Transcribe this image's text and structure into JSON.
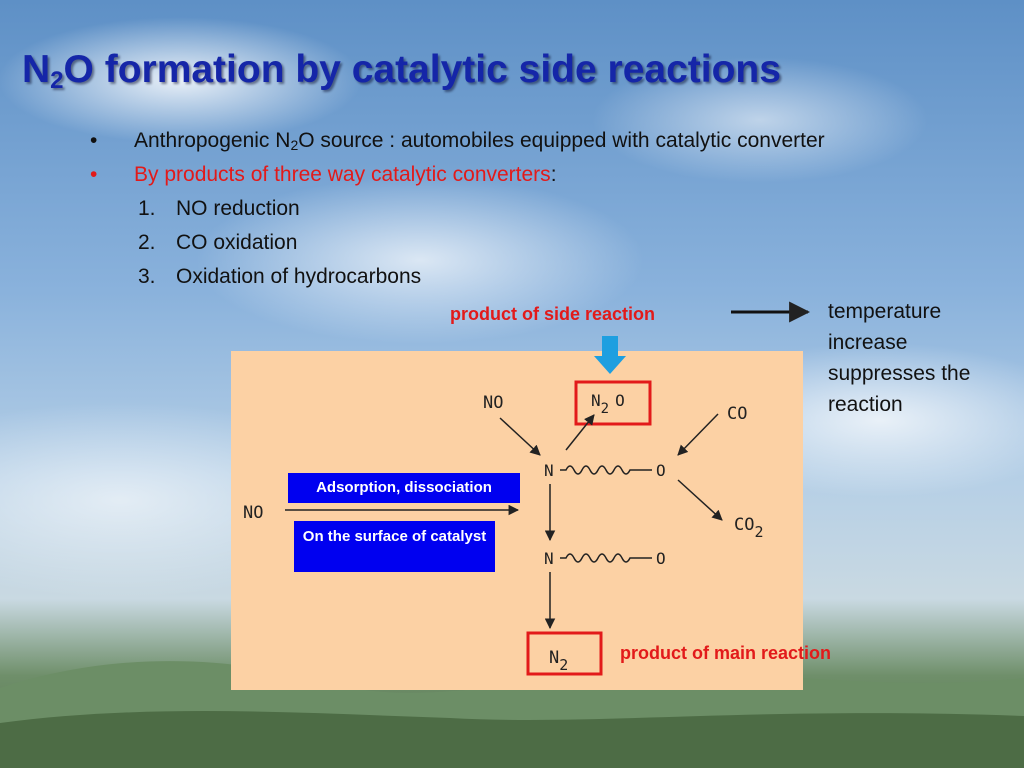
{
  "slide": {
    "title_pre": "N",
    "title_sub": "2",
    "title_post": "O formation by catalytic side reactions",
    "bullets": [
      {
        "pre": "Anthropogenic N",
        "sub": "2",
        "post": "O source : automobiles equipped with catalytic converter"
      },
      {
        "red": "By products of three way catalytic converters",
        "post": ":"
      }
    ],
    "numbered": [
      {
        "num": "1.",
        "text": "NO reduction"
      },
      {
        "num": "2.",
        "text": "CO oxidation"
      },
      {
        "num": "3.",
        "text": "Oxidation of hydrocarbons"
      }
    ],
    "bullet_glyph": "•"
  },
  "annotations": {
    "side_product": "product of side reaction",
    "main_product": "product of main reaction",
    "temperature_note": "temperature increase suppresses the reaction"
  },
  "diagram": {
    "no_left": "NO",
    "no_top": "NO",
    "co": "CO",
    "co2_main": "CO",
    "co2_sub": "2",
    "n2o_main": "N",
    "n2o_sub": "2",
    "n2o_o": "O",
    "n_upper": "N",
    "o_upper": "O",
    "n_lower": "N",
    "o_lower": "O",
    "n2_main": "N",
    "n2_sub": "2",
    "adsorption_label": "Adsorption, dissociation",
    "surface_label": "On the surface of catalyst"
  },
  "colors": {
    "title": "#1526a8",
    "highlight_red": "#e21a1a",
    "panel": "#fcd1a4",
    "label_box": "#0000f0",
    "down_arrow": "#1e9fe0"
  }
}
